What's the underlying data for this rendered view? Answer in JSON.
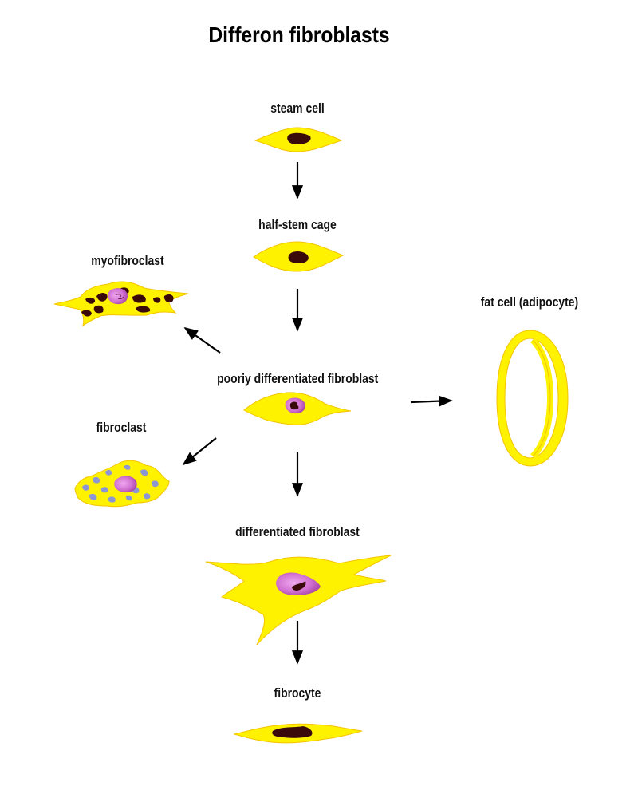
{
  "title": "Differon fibroblasts",
  "colors": {
    "cytoplasm": "#FFF200",
    "cytoplasm_outline": "#F3C400",
    "nucleus_dark": "#3A0A0A",
    "nucleus_pink": "#C85AC8",
    "granule_blue": "#8C96D2",
    "arrow": "#000000"
  },
  "nodes": {
    "stem_cell": "steam cell",
    "half_stem_cell": "half-stem cage",
    "poorly_differentiated": "pooriy differentiated fibroblast",
    "myofibroclast": "myofibroclast",
    "fibroclast": "fibroclast",
    "adipocyte": "fat cell (adipocyte)",
    "differentiated": "differentiated fibroblast",
    "fibrocyte": "fibrocyte"
  }
}
